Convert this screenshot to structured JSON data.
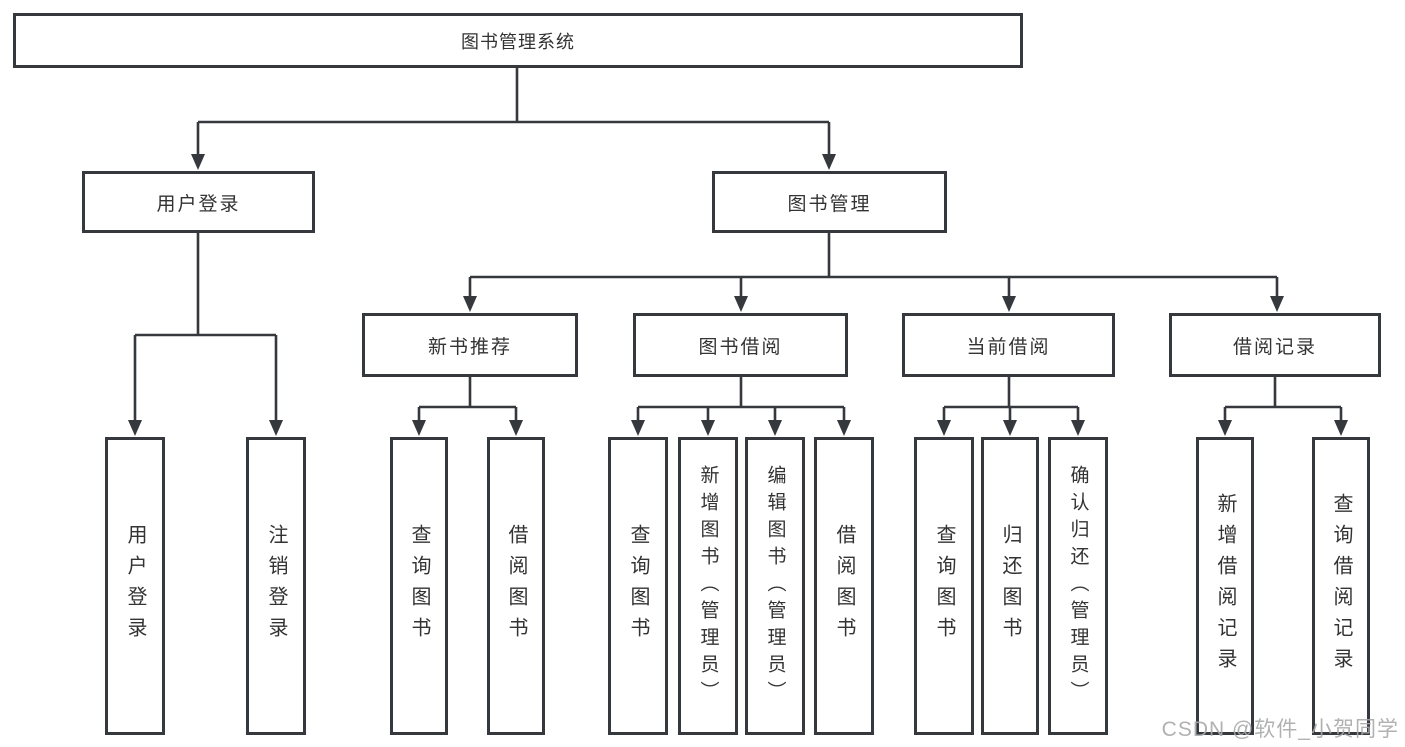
{
  "diagram": {
    "title": "图书管理系统",
    "root": {
      "label": "图书管理系统"
    },
    "branches": {
      "user_login": {
        "label": "用户登录"
      },
      "book_management": {
        "label": "图书管理"
      }
    },
    "modules": {
      "new_book_recommend": {
        "label": "新书推荐"
      },
      "book_borrow": {
        "label": "图书借阅"
      },
      "current_borrow": {
        "label": "当前借阅"
      },
      "borrow_records": {
        "label": "借阅记录"
      }
    },
    "leaves": {
      "login_user_login": "用户登录",
      "login_logout": "注销登录",
      "recommend_query_books": "查询图书",
      "recommend_borrow_books": "借阅图书",
      "borrow_query_books": "查询图书",
      "borrow_add_books_admin": "新增图书（管理员）",
      "borrow_edit_books_admin": "编辑图书（管理员）",
      "borrow_borrow_books": "借阅图书",
      "current_query_books": "查询图书",
      "current_return_books": "归还图书",
      "current_confirm_return_admin": "确认归还（管理员）",
      "records_add_record": "新增借阅记录",
      "records_query_record": "查询借阅记录"
    }
  },
  "watermark": {
    "text": "CSDN @软件_小贺同学"
  },
  "colors": {
    "line": "#35383c",
    "box_border": "#35383c",
    "text": "#333333",
    "watermark": "#a8a8aa",
    "background": "#ffffff"
  }
}
